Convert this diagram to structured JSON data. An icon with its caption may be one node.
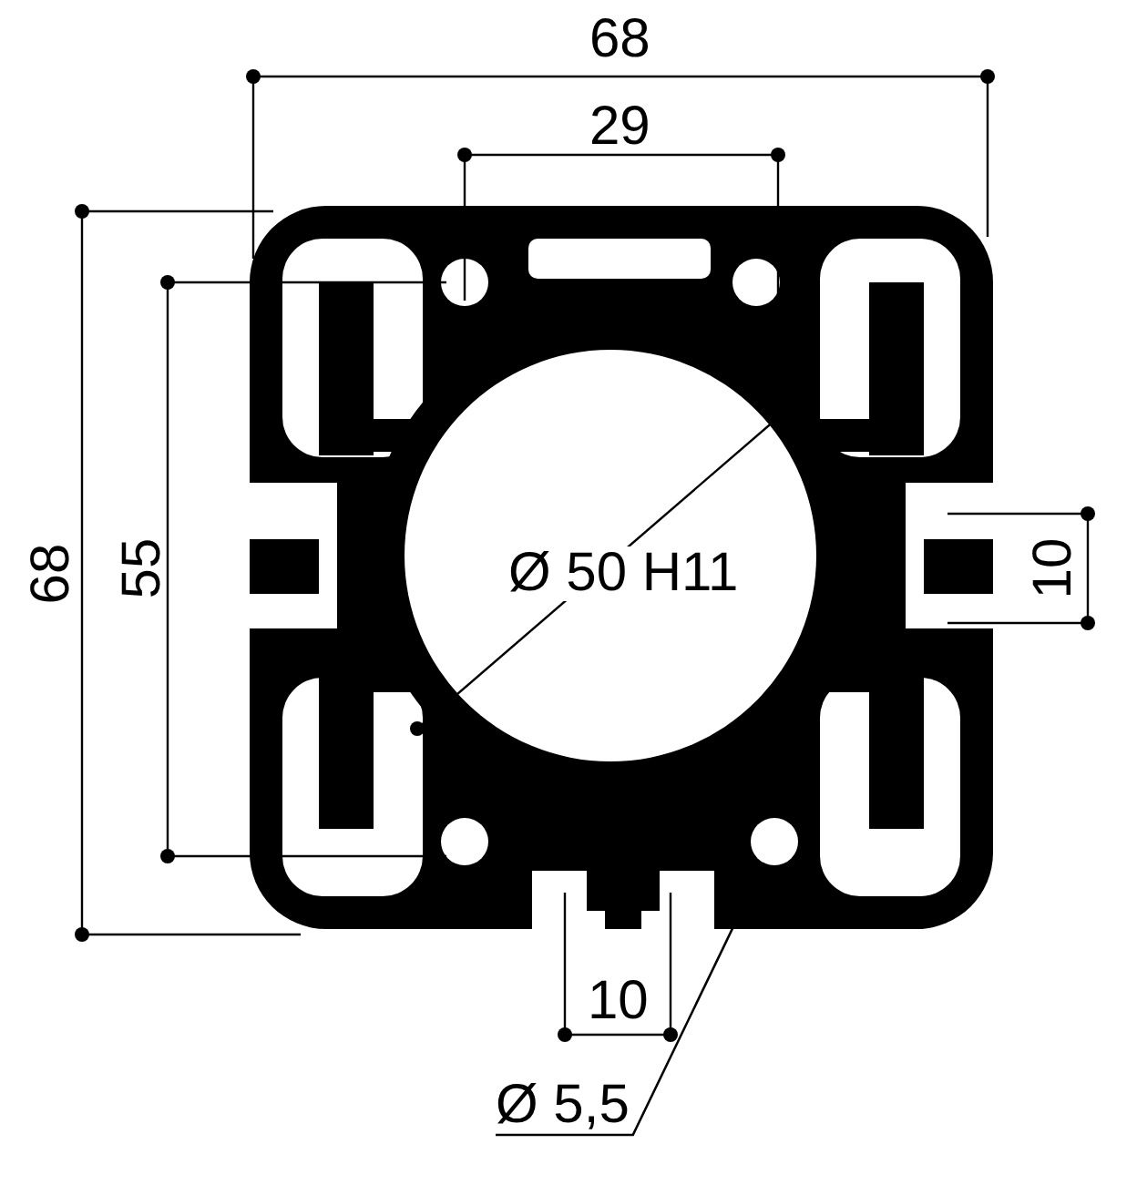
{
  "diagram": {
    "nodes": [
      {
        "text": [
          "Ø 5,5"
        ]
      },
      {
        "text": [],
        "shape": "circle"
      }
    ],
    "edges": [
      {
        "from": 0,
        "to": 1,
        "arrow": "none"
      }
    ],
    "labels": [
      "68",
      "29",
      "68",
      "55",
      "Ø 50 H11",
      "10",
      "10"
    ]
  }
}
